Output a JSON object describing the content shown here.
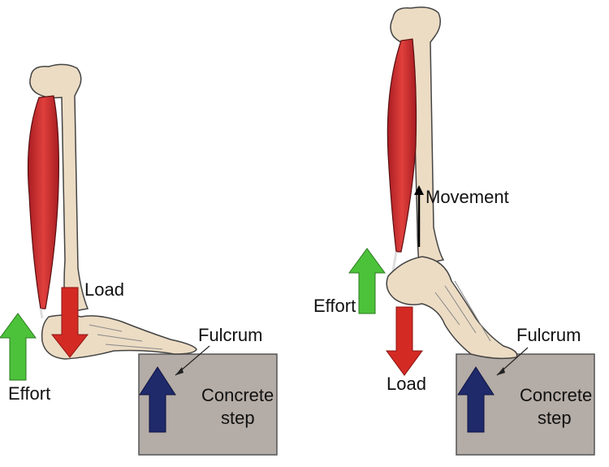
{
  "left_panel": {
    "labels": {
      "load": "Load",
      "effort": "Effort",
      "fulcrum": "Fulcrum",
      "step_line1": "Concrete",
      "step_line2": "step"
    }
  },
  "right_panel": {
    "labels": {
      "movement": "Movement",
      "effort": "Effort",
      "load": "Load",
      "fulcrum": "Fulcrum",
      "step_line1": "Concrete",
      "step_line2": "step"
    }
  },
  "colors": {
    "effort_arrow": "#4cc23a",
    "load_arrow": "#d42a24",
    "fulcrum_arrow": "#1f2a6b",
    "movement_arrow": "#000000",
    "step": "#b4aca6",
    "bone": "#ecdcc4",
    "muscle": "#c8262a"
  }
}
